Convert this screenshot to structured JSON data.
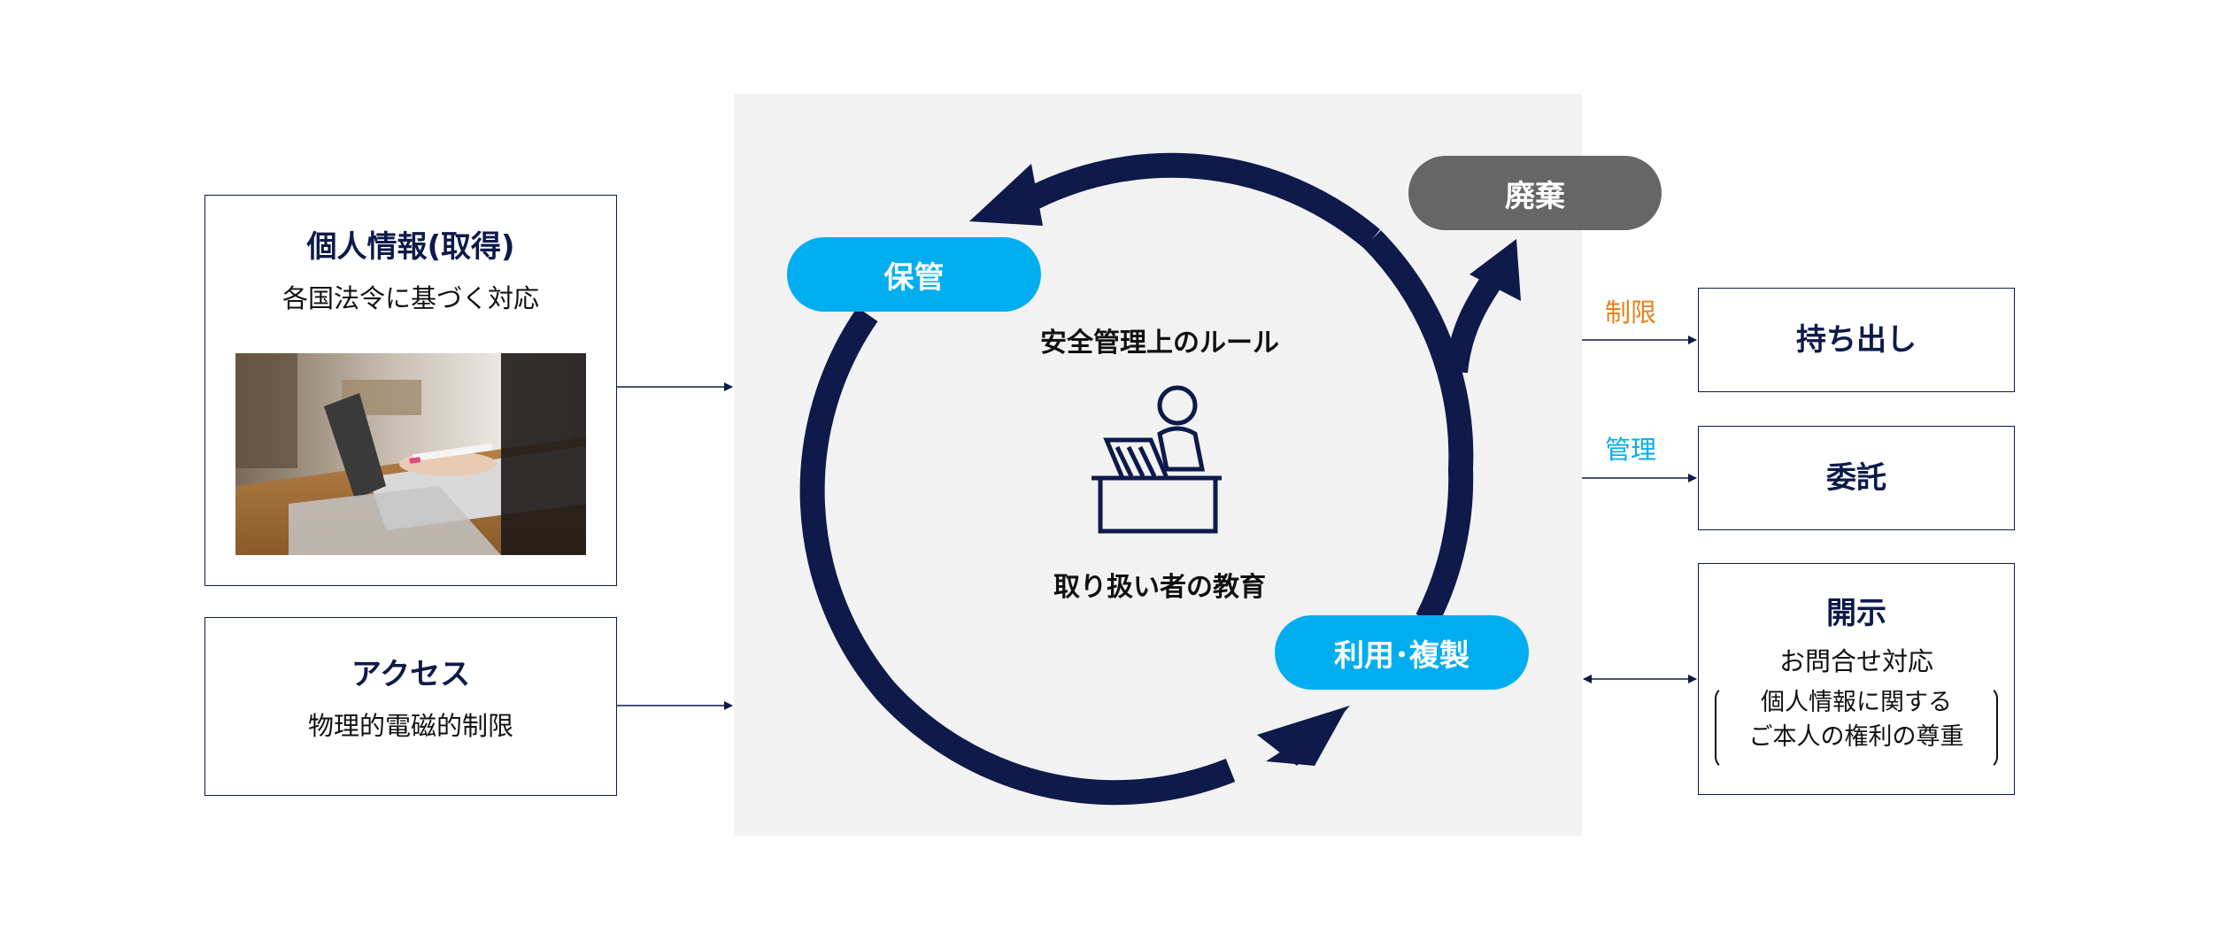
{
  "left": {
    "acquisition": {
      "title": "個人情報(取得)",
      "subtitle": "各国法令に基づく対応"
    },
    "access": {
      "title": "アクセス",
      "subtitle": "物理的電磁的制限"
    }
  },
  "cycle": {
    "storage": "保管",
    "disposal": "廃棄",
    "use": "利用･複製",
    "rule": "安全管理上のルール",
    "education": "取り扱い者の教育"
  },
  "right": {
    "takeout": {
      "label": "制限",
      "title": "持ち出し"
    },
    "outsourcing": {
      "label": "管理",
      "title": "委託"
    },
    "disclosure": {
      "title": "開示",
      "subtitle": "お問合せ対応",
      "note_line1": "個人情報に関する",
      "note_line2": "ご本人の権利の尊重"
    }
  },
  "colors": {
    "navy": "#0d1a4a",
    "cyan": "#00aeef",
    "gray_pill": "#666666",
    "orange": "#e6821e",
    "panel": "#f2f2f2"
  }
}
